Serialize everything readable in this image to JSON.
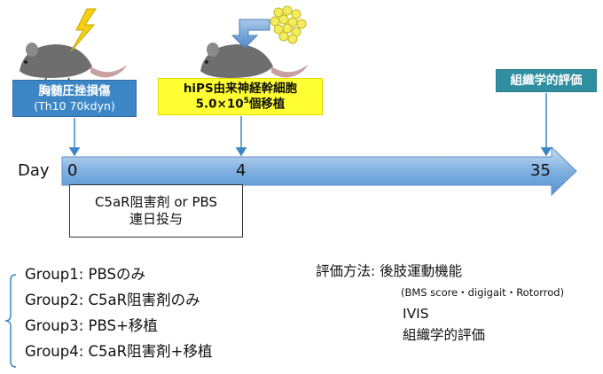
{
  "timeline": {
    "day_label": "Day",
    "ticks": [
      "0",
      "4",
      "35"
    ]
  },
  "events": {
    "injury": {
      "line1": "胸髄圧挫損傷",
      "line2": "(Th10 70kdyn)"
    },
    "transplant": {
      "line1": "hiPS由来神経幹細胞",
      "line2_pre": "5.0×10",
      "line2_sup": "5",
      "line2_post": "個移植"
    },
    "histology": {
      "label": "組織学的評価"
    }
  },
  "treatment": {
    "line1": "C5aR阻害剤 or PBS",
    "line2": "連日投与"
  },
  "groups": [
    "Group1: PBSのみ",
    "Group2: C5aR阻害剤のみ",
    "Group3: PBS+移植",
    "Group4: C5aR阻害剤+移植"
  ],
  "evaluation": {
    "heading": "評価方法: 後肢運動機能",
    "detail": "(BMS score・digigait・Rotorrod)",
    "items": [
      "IVIS",
      "組織学的評価"
    ]
  },
  "colors": {
    "injury": "#3d86c6",
    "transplant": "#ffff33",
    "histology": "#2f8ea0",
    "timeline_arrow": "#6fa3d8",
    "lightning": "#f5d010",
    "cells": "#f3ec60"
  }
}
